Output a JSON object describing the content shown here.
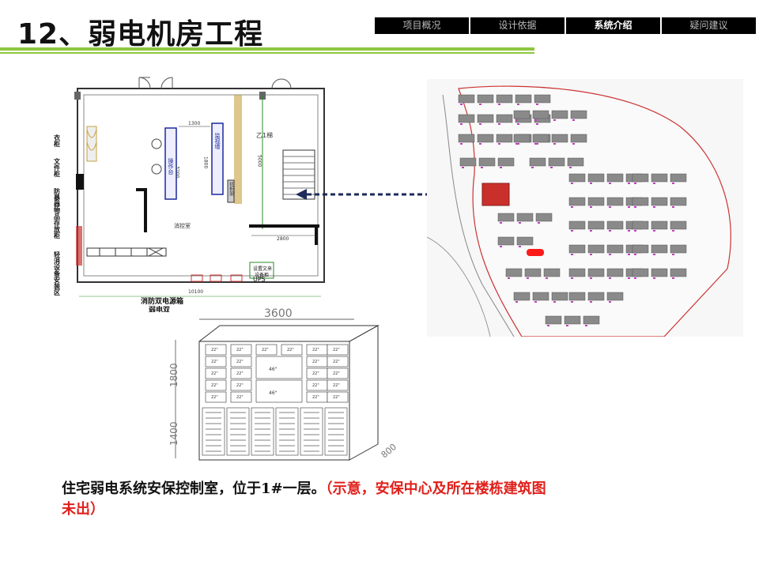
{
  "page": {
    "title": "12、弱电机房工程"
  },
  "nav": {
    "tabs": [
      {
        "label": "项目概况"
      },
      {
        "label": "设计依据"
      },
      {
        "label": "系统介绍",
        "active": true
      },
      {
        "label": "疑问建议"
      }
    ]
  },
  "floorplan": {
    "labels": {
      "room": "消控室",
      "stair": "乙1梯",
      "dim_1300": "1300",
      "dim_3200": "3200",
      "dim_1800": "1800",
      "dim_5000": "5000",
      "dim_2800": "2800",
      "dim_10100": "10100",
      "ups": "UPS",
      "equip_box": "设置文来",
      "equip_box2": "设备柜",
      "console": "操作台",
      "wall_screen": "监视墙",
      "rack": "机柜架",
      "side1": "衣柜",
      "side2": "文件柜",
      "side3": "防暴器物品存放柜",
      "side4": "轻消设备安装区",
      "power1": "消防双电源箱",
      "power2": "弱电双"
    }
  },
  "cabinet": {
    "dim_width": "3600",
    "dim_h1": "1800",
    "dim_h2": "1400",
    "dim_depth": "800",
    "screen_22": "22\"",
    "screen_46": "46\""
  },
  "caption": {
    "black": "住宅弱电系统安保控制室，位于1#一层。",
    "red1": "（示意，安保中心及所在楼栋建筑图",
    "red2": "未出）"
  },
  "colors": {
    "accent_green": "#8dc63f",
    "nav_bg": "#000000",
    "marker_red": "#d32a2a",
    "arrow_navy": "#1f2a5a"
  }
}
